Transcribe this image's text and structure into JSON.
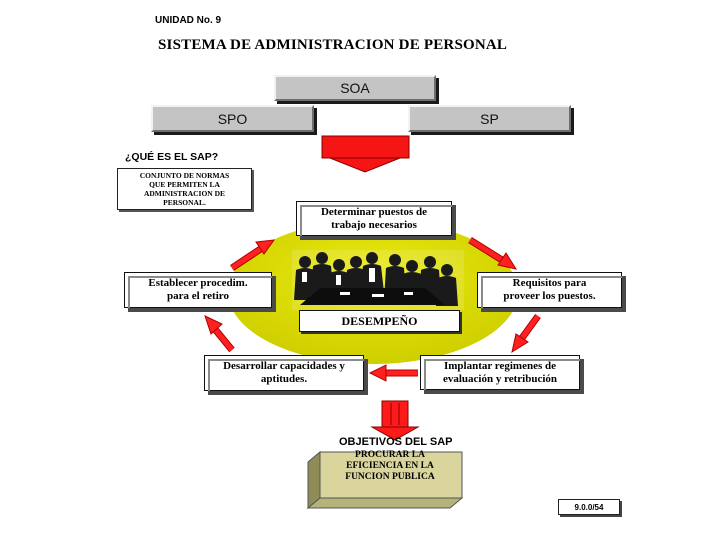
{
  "header": {
    "unit": "UNIDAD No. 9",
    "title": "SISTEMA DE ADMINISTRACION DE PERSONAL"
  },
  "top_boxes": {
    "soa": "SOA",
    "spo": "SPO",
    "sp": "SP"
  },
  "question": "¿QUÉ  ES EL SAP?",
  "definition": "CONJUNTO DE NORMAS\nQUE PERMITEN LA\nADMINISTRACION DE\nPERSONAL.",
  "cycle": {
    "determine": "Determinar puestos de\ntrabajo necesarios",
    "requirements": "Requisitos para\nproveer los puestos.",
    "evaluation": "Implantar regimenes de\nevaluación y retribución",
    "develop": "Desarrollar capacidades y\naptitudes.",
    "retire": "Establecer procedim.\npara el retiro",
    "center": "DESEMPEÑO"
  },
  "objectives": {
    "heading": "OBJETIVOS DEL SAP",
    "efficiency": "PROCURAR LA\nEFICIENCIA EN LA\nFUNCION PUBLICA"
  },
  "code": "9.0.0/54",
  "colors": {
    "ellipse": "#dede00",
    "arrow_red": "#ff1a1a",
    "box_grey": "#c4c4c4",
    "efficiency_face": "#dcd8a0",
    "efficiency_side": "#8f8c58"
  },
  "icons": {
    "center_image": "business-meeting-illustration"
  }
}
